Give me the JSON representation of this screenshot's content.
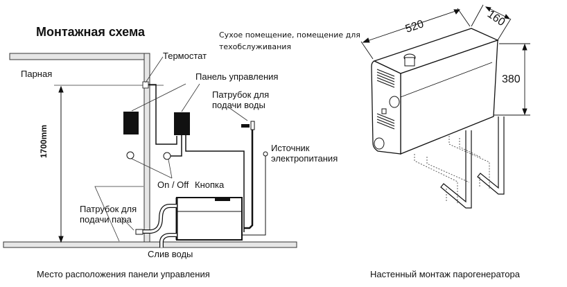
{
  "left": {
    "title": "Монтажная схема",
    "room_label": "Парная",
    "height_label": "1700mm",
    "thermostat_label": "Термостат",
    "control_panel_label": "Панель управления",
    "water_inlet_label_1": "Патрубок для",
    "water_inlet_label_2": "подачи воды",
    "power_source_label_1": "Источник",
    "power_source_label_2": "электропитания",
    "onoff_label": "On / Off",
    "button_label": "Кнопка",
    "steam_outlet_label_1": "Патрубок для",
    "steam_outlet_label_2": "подачи пара",
    "drain_label": "Слив воды",
    "caption": "Место расположения панели управления"
  },
  "right": {
    "dry_room_label_1": "Сухое помещение, помещение для",
    "dry_room_label_2": "техобслуживания",
    "dim_length": "520",
    "dim_depth": "160",
    "dim_height": "380",
    "caption": "Настенный монтаж парогенератора"
  }
}
